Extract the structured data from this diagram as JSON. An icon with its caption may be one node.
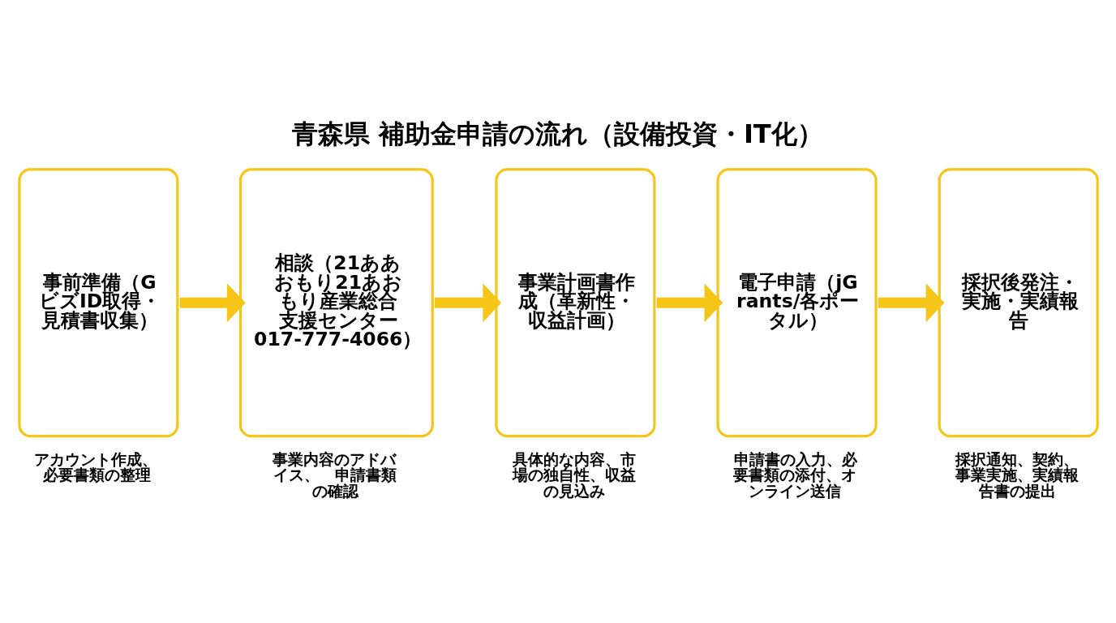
{
  "diagram": {
    "title": "青森県 補助金申請の流れ（設備投資・IT化）",
    "nodes": [
      {
        "text": [
          "事前準備（GビズID取得・見積書収集）"
        ],
        "beside": [
          "アカウント作成、必要書類の整理"
        ]
      },
      {
        "text": [
          "相談（21ああおもり21あおもり産業総合支援センター017-777-4066）"
        ],
        "beside": [
          "事業内容のアドバイス、　申請書類の確認"
        ]
      },
      {
        "text": [
          "事業計画書作成（革新性・収益計画）"
        ],
        "beside": [
          "具体的な内容、市場の独自性、収益の見込み"
        ]
      },
      {
        "text": [
          "電子申請（jGrants/各ポータル）"
        ],
        "beside": [
          "申請書の入力、必要書類の添付、オンライン送信"
        ]
      },
      {
        "text": [
          "採択後発注・実施・実績報告"
        ],
        "beside": [
          "採択通知、契約、事業実施、実績報告書の提出"
        ]
      }
    ],
    "edges": [
      {
        "from": 0,
        "to": 1,
        "arrow": "to"
      },
      {
        "from": 1,
        "to": 2,
        "arrow": "to"
      },
      {
        "from": 2,
        "to": 3,
        "arrow": "to"
      },
      {
        "from": 3,
        "to": 4,
        "arrow": "to"
      }
    ]
  }
}
